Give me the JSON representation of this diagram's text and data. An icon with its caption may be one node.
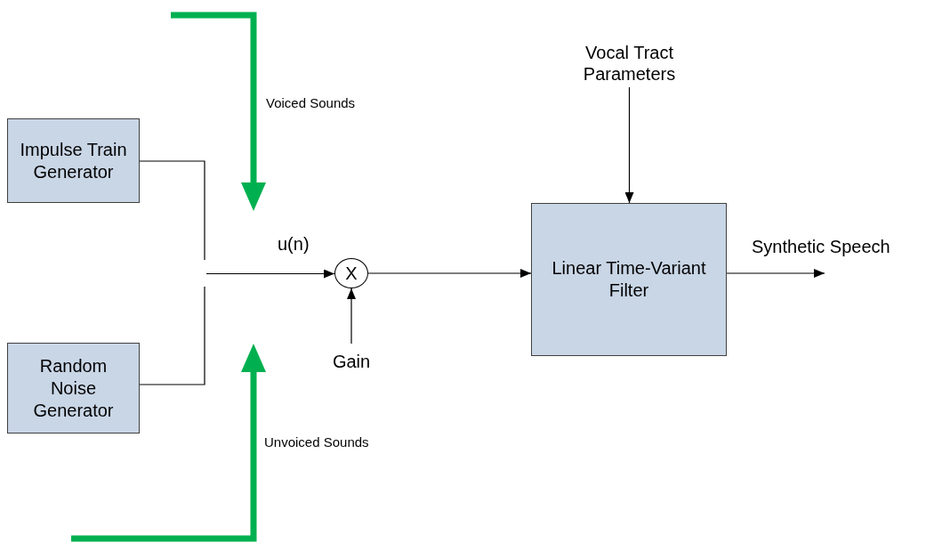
{
  "diagram": {
    "nodes": [
      {
        "text": [
          "Impulse Train Generator"
        ]
      },
      {
        "text": [
          "Random Noise Generator"
        ]
      },
      {
        "text": [],
        "shape": "switch"
      },
      {
        "text": [
          "X"
        ]
      },
      {
        "text": [
          "Gain"
        ]
      },
      {
        "text": [
          "Linear Time-Variant Filter"
        ]
      },
      {
        "text": [
          "Vocal Tract Parameters"
        ]
      }
    ],
    "edges": [
      {
        "from": 0,
        "to": 2,
        "arrow": "none"
      },
      {
        "from": 1,
        "to": 2,
        "arrow": "none"
      },
      {
        "from": 2,
        "to": 3,
        "arrow": "to",
        "label": "u(n)"
      },
      {
        "from": 3,
        "to": 5,
        "arrow": "to"
      },
      {
        "from": 4,
        "to": 3,
        "arrow": "to"
      },
      {
        "from": 6,
        "to": 5,
        "arrow": "to"
      },
      {
        "from": 5,
        "to": null,
        "arrow": "to",
        "label": "Synthetic Speech"
      }
    ],
    "labels": [
      "Voiced Sounds",
      "Unvoiced Sounds"
    ]
  }
}
